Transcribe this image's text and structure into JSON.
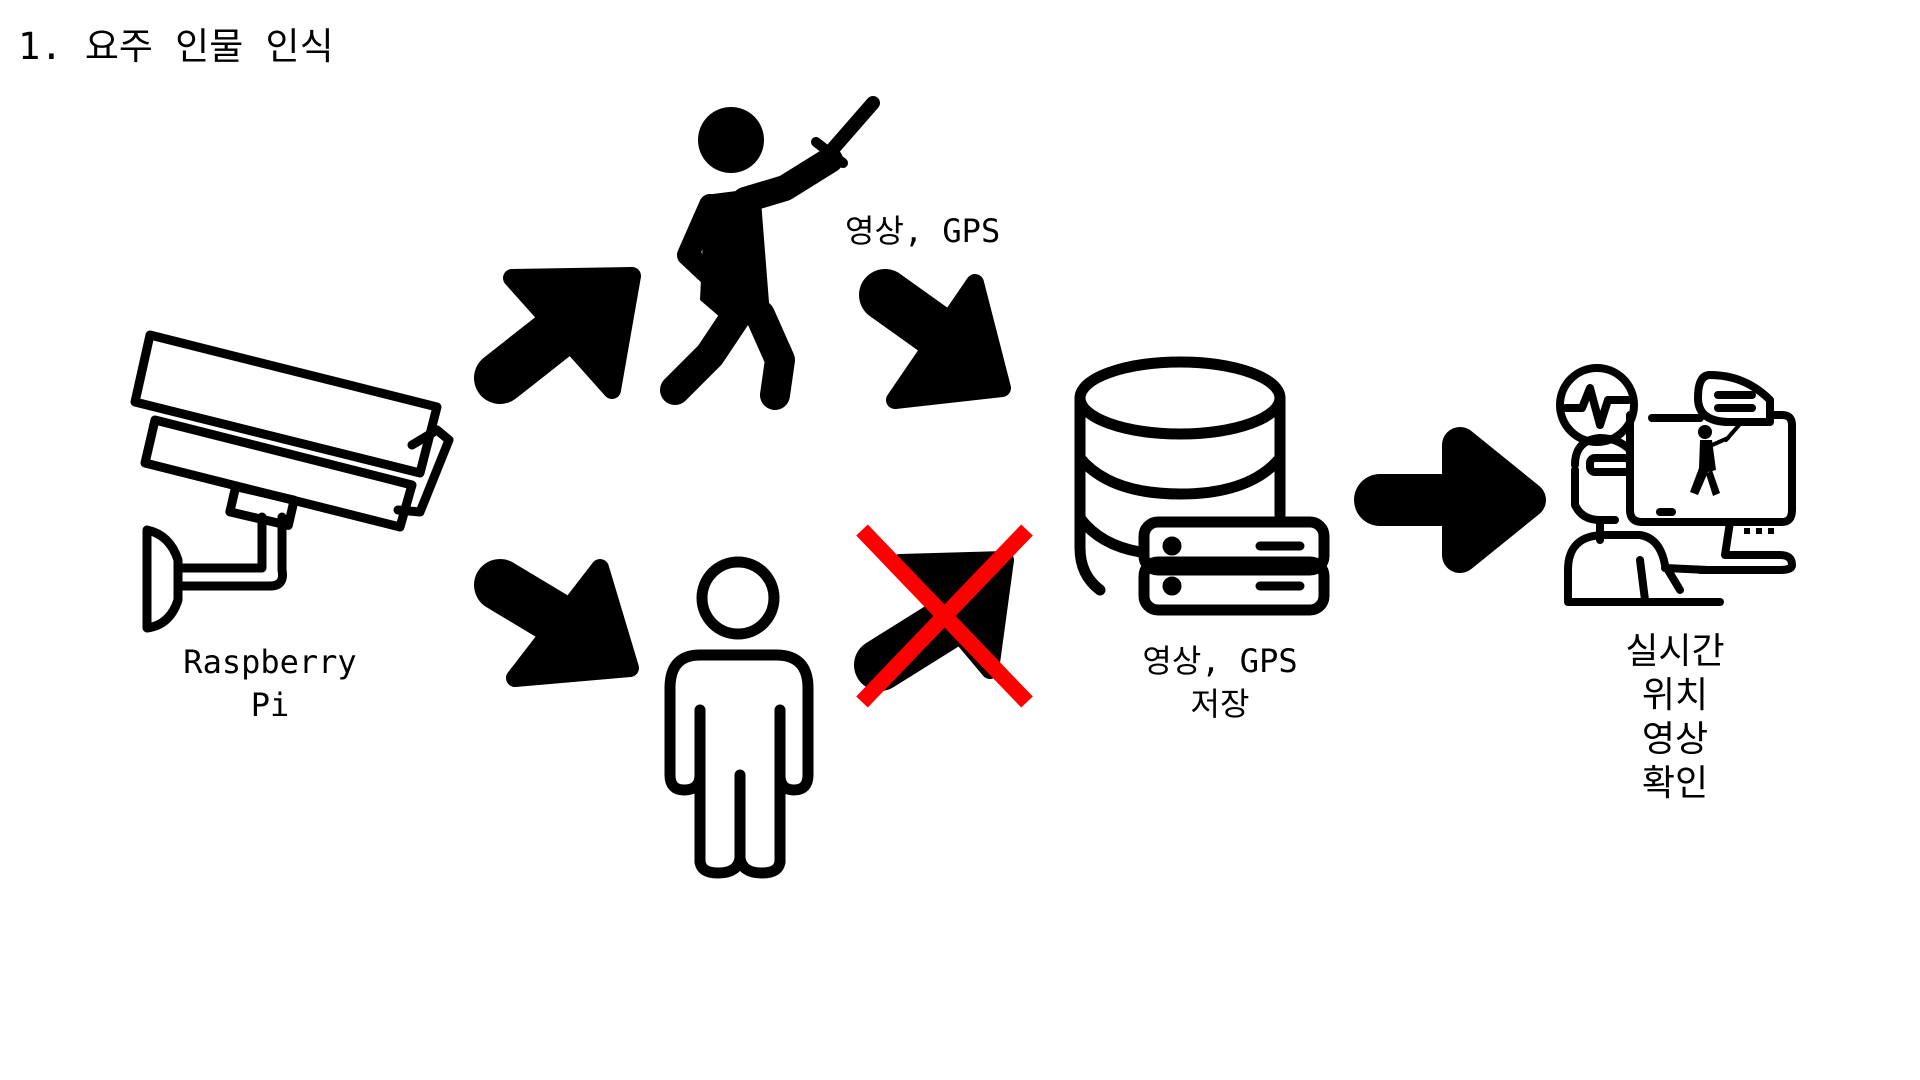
{
  "title": "1. 요주 인물 인식",
  "nodes": {
    "camera": {
      "label": "Raspberry\nPi"
    },
    "armed_person": {
      "label": ""
    },
    "ordinary_person": {
      "label": ""
    },
    "database": {
      "label": "영상, GPS\n저장"
    },
    "monitor": {
      "label": "실시간\n위치\n영상\n확인"
    }
  },
  "edges": {
    "person_to_db_upper": {
      "label": "영상, GPS"
    },
    "person_to_db_lower": {
      "label": "",
      "blocked": true
    }
  },
  "colors": {
    "ink": "#000000",
    "blocked_x": "#ff0000",
    "background": "#ffffff"
  },
  "icons": [
    "cctv-camera-icon",
    "armed-person-icon",
    "person-icon",
    "database-server-icon",
    "monitoring-operator-icon",
    "arrow-icon",
    "cross-icon"
  ]
}
